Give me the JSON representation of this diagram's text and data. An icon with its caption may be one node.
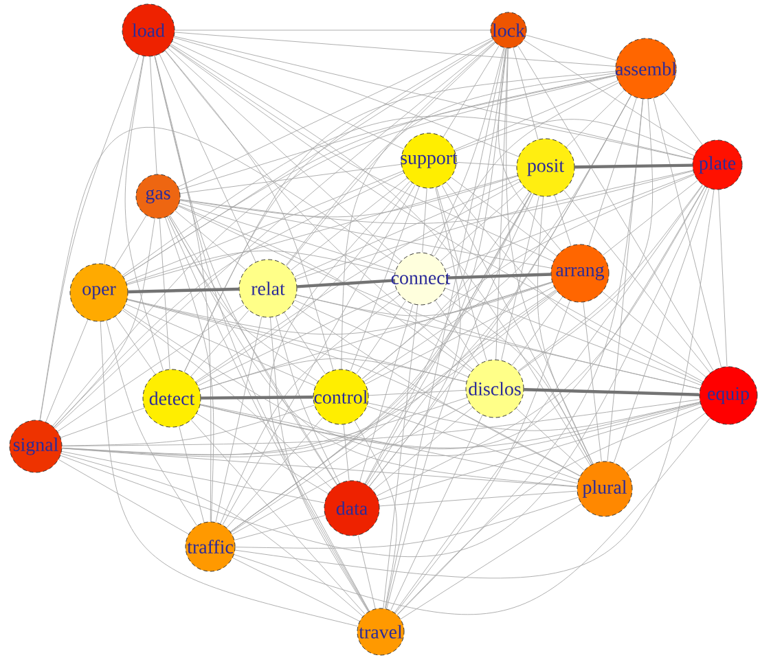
{
  "diagram": {
    "nodes": [
      {
        "text": [
          "load"
        ]
      },
      {
        "text": [
          "lock"
        ]
      },
      {
        "text": [
          "assembl"
        ]
      },
      {
        "text": [
          "support"
        ]
      },
      {
        "text": [
          "posit"
        ]
      },
      {
        "text": [
          "plate"
        ]
      },
      {
        "text": [
          "gas"
        ]
      },
      {
        "text": [
          "oper"
        ]
      },
      {
        "text": [
          "relat"
        ]
      },
      {
        "text": [
          "connect"
        ]
      },
      {
        "text": [
          "arrang"
        ]
      },
      {
        "text": [
          "detect"
        ]
      },
      {
        "text": [
          "control"
        ]
      },
      {
        "text": [
          "disclos"
        ]
      },
      {
        "text": [
          "equip"
        ]
      },
      {
        "text": [
          "signal"
        ]
      },
      {
        "text": [
          "data"
        ]
      },
      {
        "text": [
          "plural"
        ]
      },
      {
        "text": [
          "traffic"
        ]
      },
      {
        "text": [
          "travel"
        ]
      }
    ],
    "edges": [
      {
        "from": 0,
        "to": 1,
        "arrow": "none"
      },
      {
        "from": 0,
        "to": 2,
        "arrow": "none"
      },
      {
        "from": 0,
        "to": 3,
        "arrow": "none"
      },
      {
        "from": 0,
        "to": 4,
        "arrow": "none"
      },
      {
        "from": 0,
        "to": 5,
        "arrow": "none"
      },
      {
        "from": 0,
        "to": 6,
        "arrow": "none"
      },
      {
        "from": 0,
        "to": 7,
        "arrow": "none"
      },
      {
        "from": 0,
        "to": 8,
        "arrow": "none"
      },
      {
        "from": 0,
        "to": 9,
        "arrow": "none"
      },
      {
        "from": 0,
        "to": 10,
        "arrow": "none"
      },
      {
        "from": 0,
        "to": 11,
        "arrow": "none"
      },
      {
        "from": 0,
        "to": 12,
        "arrow": "none"
      },
      {
        "from": 0,
        "to": 13,
        "arrow": "none"
      },
      {
        "from": 0,
        "to": 14,
        "arrow": "none"
      },
      {
        "from": 0,
        "to": 15,
        "arrow": "none"
      },
      {
        "from": 0,
        "to": 16,
        "arrow": "none"
      },
      {
        "from": 0,
        "to": 17,
        "arrow": "none"
      },
      {
        "from": 0,
        "to": 18,
        "arrow": "none"
      },
      {
        "from": 0,
        "to": 19,
        "arrow": "none"
      },
      {
        "from": 1,
        "to": 2,
        "arrow": "none"
      },
      {
        "from": 1,
        "to": 3,
        "arrow": "none"
      },
      {
        "from": 1,
        "to": 4,
        "arrow": "none"
      },
      {
        "from": 1,
        "to": 5,
        "arrow": "none"
      },
      {
        "from": 1,
        "to": 6,
        "arrow": "none"
      },
      {
        "from": 1,
        "to": 7,
        "arrow": "none"
      },
      {
        "from": 1,
        "to": 8,
        "arrow": "none"
      },
      {
        "from": 1,
        "to": 9,
        "arrow": "none"
      },
      {
        "from": 1,
        "to": 10,
        "arrow": "none"
      },
      {
        "from": 1,
        "to": 11,
        "arrow": "none"
      },
      {
        "from": 1,
        "to": 12,
        "arrow": "none"
      },
      {
        "from": 1,
        "to": 13,
        "arrow": "none"
      },
      {
        "from": 1,
        "to": 14,
        "arrow": "none"
      },
      {
        "from": 1,
        "to": 15,
        "arrow": "none"
      },
      {
        "from": 1,
        "to": 16,
        "arrow": "none"
      },
      {
        "from": 1,
        "to": 17,
        "arrow": "none"
      },
      {
        "from": 1,
        "to": 18,
        "arrow": "none"
      },
      {
        "from": 1,
        "to": 19,
        "arrow": "none"
      },
      {
        "from": 2,
        "to": 3,
        "arrow": "none"
      },
      {
        "from": 2,
        "to": 4,
        "arrow": "none"
      },
      {
        "from": 2,
        "to": 5,
        "arrow": "none"
      },
      {
        "from": 2,
        "to": 6,
        "arrow": "none"
      },
      {
        "from": 2,
        "to": 7,
        "arrow": "none"
      },
      {
        "from": 2,
        "to": 8,
        "arrow": "none"
      },
      {
        "from": 2,
        "to": 9,
        "arrow": "none"
      },
      {
        "from": 2,
        "to": 10,
        "arrow": "none"
      },
      {
        "from": 2,
        "to": 11,
        "arrow": "none"
      },
      {
        "from": 2,
        "to": 12,
        "arrow": "none"
      },
      {
        "from": 2,
        "to": 13,
        "arrow": "none"
      },
      {
        "from": 2,
        "to": 14,
        "arrow": "none"
      },
      {
        "from": 2,
        "to": 15,
        "arrow": "none"
      },
      {
        "from": 2,
        "to": 16,
        "arrow": "none"
      },
      {
        "from": 2,
        "to": 17,
        "arrow": "none"
      },
      {
        "from": 2,
        "to": 18,
        "arrow": "none"
      },
      {
        "from": 2,
        "to": 19,
        "arrow": "none"
      },
      {
        "from": 3,
        "to": 4,
        "arrow": "none"
      },
      {
        "from": 3,
        "to": 5,
        "arrow": "none"
      },
      {
        "from": 3,
        "to": 6,
        "arrow": "none"
      },
      {
        "from": 3,
        "to": 7,
        "arrow": "none"
      },
      {
        "from": 3,
        "to": 8,
        "arrow": "none"
      },
      {
        "from": 3,
        "to": 9,
        "arrow": "none"
      },
      {
        "from": 3,
        "to": 10,
        "arrow": "none"
      },
      {
        "from": 3,
        "to": 11,
        "arrow": "none"
      },
      {
        "from": 3,
        "to": 12,
        "arrow": "none"
      },
      {
        "from": 3,
        "to": 13,
        "arrow": "none"
      },
      {
        "from": 3,
        "to": 14,
        "arrow": "none"
      },
      {
        "from": 3,
        "to": 15,
        "arrow": "none"
      },
      {
        "from": 3,
        "to": 16,
        "arrow": "none"
      },
      {
        "from": 3,
        "to": 17,
        "arrow": "none"
      },
      {
        "from": 3,
        "to": 18,
        "arrow": "none"
      },
      {
        "from": 3,
        "to": 19,
        "arrow": "none"
      },
      {
        "from": 4,
        "to": 5,
        "arrow": "none",
        "style": "thick"
      },
      {
        "from": 4,
        "to": 6,
        "arrow": "none"
      },
      {
        "from": 4,
        "to": 7,
        "arrow": "none"
      },
      {
        "from": 4,
        "to": 8,
        "arrow": "none"
      },
      {
        "from": 4,
        "to": 9,
        "arrow": "none"
      },
      {
        "from": 4,
        "to": 10,
        "arrow": "none"
      },
      {
        "from": 4,
        "to": 11,
        "arrow": "none"
      },
      {
        "from": 4,
        "to": 12,
        "arrow": "none"
      },
      {
        "from": 4,
        "to": 13,
        "arrow": "none"
      },
      {
        "from": 4,
        "to": 14,
        "arrow": "none"
      },
      {
        "from": 4,
        "to": 15,
        "arrow": "none"
      },
      {
        "from": 4,
        "to": 16,
        "arrow": "none"
      },
      {
        "from": 4,
        "to": 17,
        "arrow": "none"
      },
      {
        "from": 4,
        "to": 18,
        "arrow": "none"
      },
      {
        "from": 4,
        "to": 19,
        "arrow": "none"
      },
      {
        "from": 5,
        "to": 6,
        "arrow": "none"
      },
      {
        "from": 5,
        "to": 7,
        "arrow": "none"
      },
      {
        "from": 5,
        "to": 8,
        "arrow": "none"
      },
      {
        "from": 5,
        "to": 9,
        "arrow": "none"
      },
      {
        "from": 5,
        "to": 10,
        "arrow": "none"
      },
      {
        "from": 5,
        "to": 11,
        "arrow": "none"
      },
      {
        "from": 5,
        "to": 12,
        "arrow": "none"
      },
      {
        "from": 5,
        "to": 13,
        "arrow": "none"
      },
      {
        "from": 5,
        "to": 14,
        "arrow": "none"
      },
      {
        "from": 5,
        "to": 15,
        "arrow": "none"
      },
      {
        "from": 5,
        "to": 16,
        "arrow": "none"
      },
      {
        "from": 5,
        "to": 17,
        "arrow": "none"
      },
      {
        "from": 5,
        "to": 18,
        "arrow": "none"
      },
      {
        "from": 5,
        "to": 19,
        "arrow": "none"
      },
      {
        "from": 6,
        "to": 7,
        "arrow": "none"
      },
      {
        "from": 6,
        "to": 8,
        "arrow": "none"
      },
      {
        "from": 6,
        "to": 9,
        "arrow": "none"
      },
      {
        "from": 6,
        "to": 10,
        "arrow": "none"
      },
      {
        "from": 6,
        "to": 11,
        "arrow": "none"
      },
      {
        "from": 6,
        "to": 12,
        "arrow": "none"
      },
      {
        "from": 6,
        "to": 13,
        "arrow": "none"
      },
      {
        "from": 6,
        "to": 14,
        "arrow": "none"
      },
      {
        "from": 6,
        "to": 15,
        "arrow": "none"
      },
      {
        "from": 6,
        "to": 16,
        "arrow": "none"
      },
      {
        "from": 6,
        "to": 17,
        "arrow": "none"
      },
      {
        "from": 6,
        "to": 18,
        "arrow": "none"
      },
      {
        "from": 6,
        "to": 19,
        "arrow": "none"
      },
      {
        "from": 7,
        "to": 8,
        "arrow": "none",
        "style": "thick"
      },
      {
        "from": 7,
        "to": 9,
        "arrow": "none"
      },
      {
        "from": 7,
        "to": 10,
        "arrow": "none"
      },
      {
        "from": 7,
        "to": 11,
        "arrow": "none"
      },
      {
        "from": 7,
        "to": 12,
        "arrow": "none"
      },
      {
        "from": 7,
        "to": 13,
        "arrow": "none"
      },
      {
        "from": 7,
        "to": 14,
        "arrow": "none"
      },
      {
        "from": 7,
        "to": 15,
        "arrow": "none"
      },
      {
        "from": 7,
        "to": 16,
        "arrow": "none"
      },
      {
        "from": 7,
        "to": 17,
        "arrow": "none"
      },
      {
        "from": 7,
        "to": 18,
        "arrow": "none"
      },
      {
        "from": 7,
        "to": 19,
        "arrow": "none"
      },
      {
        "from": 8,
        "to": 9,
        "arrow": "none",
        "style": "thick"
      },
      {
        "from": 8,
        "to": 10,
        "arrow": "none"
      },
      {
        "from": 8,
        "to": 11,
        "arrow": "none"
      },
      {
        "from": 8,
        "to": 12,
        "arrow": "none"
      },
      {
        "from": 8,
        "to": 13,
        "arrow": "none"
      },
      {
        "from": 8,
        "to": 14,
        "arrow": "none"
      },
      {
        "from": 8,
        "to": 15,
        "arrow": "none"
      },
      {
        "from": 8,
        "to": 16,
        "arrow": "none"
      },
      {
        "from": 8,
        "to": 17,
        "arrow": "none"
      },
      {
        "from": 8,
        "to": 18,
        "arrow": "none"
      },
      {
        "from": 8,
        "to": 19,
        "arrow": "none"
      },
      {
        "from": 9,
        "to": 10,
        "arrow": "none",
        "style": "thick"
      },
      {
        "from": 9,
        "to": 11,
        "arrow": "none"
      },
      {
        "from": 9,
        "to": 12,
        "arrow": "none"
      },
      {
        "from": 9,
        "to": 13,
        "arrow": "none"
      },
      {
        "from": 9,
        "to": 14,
        "arrow": "none"
      },
      {
        "from": 9,
        "to": 15,
        "arrow": "none"
      },
      {
        "from": 9,
        "to": 16,
        "arrow": "none"
      },
      {
        "from": 9,
        "to": 17,
        "arrow": "none"
      },
      {
        "from": 9,
        "to": 18,
        "arrow": "none"
      },
      {
        "from": 9,
        "to": 19,
        "arrow": "none"
      },
      {
        "from": 10,
        "to": 11,
        "arrow": "none"
      },
      {
        "from": 10,
        "to": 12,
        "arrow": "none"
      },
      {
        "from": 10,
        "to": 13,
        "arrow": "none"
      },
      {
        "from": 10,
        "to": 14,
        "arrow": "none"
      },
      {
        "from": 10,
        "to": 15,
        "arrow": "none"
      },
      {
        "from": 10,
        "to": 16,
        "arrow": "none"
      },
      {
        "from": 10,
        "to": 17,
        "arrow": "none"
      },
      {
        "from": 10,
        "to": 18,
        "arrow": "none"
      },
      {
        "from": 10,
        "to": 19,
        "arrow": "none"
      },
      {
        "from": 11,
        "to": 12,
        "arrow": "none",
        "style": "thick"
      },
      {
        "from": 11,
        "to": 13,
        "arrow": "none"
      },
      {
        "from": 11,
        "to": 14,
        "arrow": "none"
      },
      {
        "from": 11,
        "to": 15,
        "arrow": "none"
      },
      {
        "from": 11,
        "to": 16,
        "arrow": "none"
      },
      {
        "from": 11,
        "to": 17,
        "arrow": "none"
      },
      {
        "from": 11,
        "to": 18,
        "arrow": "none"
      },
      {
        "from": 11,
        "to": 19,
        "arrow": "none"
      },
      {
        "from": 12,
        "to": 13,
        "arrow": "none"
      },
      {
        "from": 12,
        "to": 14,
        "arrow": "none"
      },
      {
        "from": 12,
        "to": 15,
        "arrow": "none"
      },
      {
        "from": 12,
        "to": 16,
        "arrow": "none"
      },
      {
        "from": 12,
        "to": 17,
        "arrow": "none"
      },
      {
        "from": 12,
        "to": 18,
        "arrow": "none"
      },
      {
        "from": 12,
        "to": 19,
        "arrow": "none"
      },
      {
        "from": 13,
        "to": 14,
        "arrow": "none",
        "style": "thick"
      },
      {
        "from": 13,
        "to": 15,
        "arrow": "none"
      },
      {
        "from": 13,
        "to": 16,
        "arrow": "none"
      },
      {
        "from": 13,
        "to": 17,
        "arrow": "none"
      },
      {
        "from": 13,
        "to": 18,
        "arrow": "none"
      },
      {
        "from": 13,
        "to": 19,
        "arrow": "none"
      },
      {
        "from": 14,
        "to": 15,
        "arrow": "none"
      },
      {
        "from": 14,
        "to": 16,
        "arrow": "none"
      },
      {
        "from": 14,
        "to": 17,
        "arrow": "none"
      },
      {
        "from": 14,
        "to": 18,
        "arrow": "none"
      },
      {
        "from": 14,
        "to": 19,
        "arrow": "none"
      },
      {
        "from": 15,
        "to": 16,
        "arrow": "none"
      },
      {
        "from": 15,
        "to": 17,
        "arrow": "none"
      },
      {
        "from": 15,
        "to": 18,
        "arrow": "none"
      },
      {
        "from": 15,
        "to": 19,
        "arrow": "none"
      },
      {
        "from": 16,
        "to": 17,
        "arrow": "none"
      },
      {
        "from": 16,
        "to": 18,
        "arrow": "none"
      },
      {
        "from": 16,
        "to": 19,
        "arrow": "none"
      },
      {
        "from": 17,
        "to": 18,
        "arrow": "none"
      },
      {
        "from": 17,
        "to": 19,
        "arrow": "none"
      },
      {
        "from": 18,
        "to": 19,
        "arrow": "none"
      }
    ]
  }
}
